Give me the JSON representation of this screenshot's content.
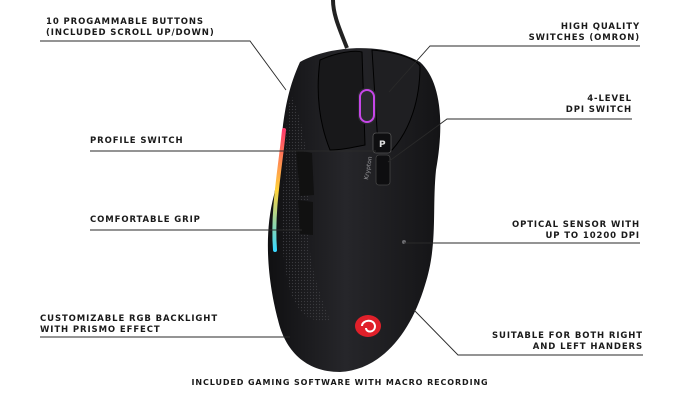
{
  "callouts": {
    "buttons": {
      "line1": "10 PROGAMMABLE BUTTONS",
      "line2": "(INCLUDED SCROLL UP/DOWN)"
    },
    "switches": {
      "line1": "HIGH QUALITY",
      "line2": "SWITCHES (OMRON)"
    },
    "dpi": {
      "line1": "4-LEVEL",
      "line2": "DPI SWITCH"
    },
    "profile": {
      "line1": "PROFILE SWITCH"
    },
    "grip": {
      "line1": "COMFORTABLE GRIP"
    },
    "sensor": {
      "line1": "OPTICAL SENSOR WITH",
      "line2": "UP TO 10200 DPI"
    },
    "rgb": {
      "line1": "CUSTOMIZABLE RGB BACKLIGHT",
      "line2": "WITH PRISMO EFFECT"
    },
    "handers": {
      "line1": "SUITABLE FOR BOTH RIGHT",
      "line2": "AND LEFT HANDERS"
    }
  },
  "footer": "INCLUDED GAMING SOFTWARE WITH MACRO RECORDING",
  "mouse": {
    "model_text": "Krypton",
    "profile_button_text": "P",
    "colors": {
      "body": "#1c1c1e",
      "logo": "#e0202a",
      "rgb_start": "#ff3b6b",
      "rgb_mid": "#ffd23a",
      "rgb_end": "#3ad8ff"
    }
  }
}
